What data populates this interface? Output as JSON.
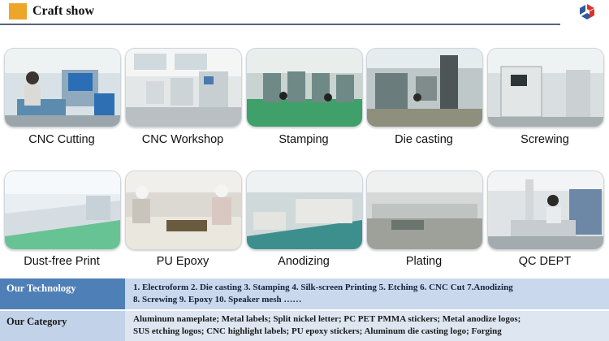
{
  "header": {
    "title": "Craft show",
    "accent_color": "#eda52a",
    "logo_icon": "brand-logo-icon"
  },
  "gallery": [
    {
      "label": "CNC Cutting"
    },
    {
      "label": "CNC Workshop"
    },
    {
      "label": "Stamping"
    },
    {
      "label": "Die casting"
    },
    {
      "label": "Screwing"
    },
    {
      "label": "Dust-free  Print"
    },
    {
      "label": "PU Epoxy"
    },
    {
      "label": "Anodizing"
    },
    {
      "label": "Plating"
    },
    {
      "label": "QC DEPT"
    }
  ],
  "info_table": {
    "technology": {
      "label": "Our Technology",
      "line1": "1.   Electroform  2. Die casting  3. Stamping  4. Silk-screen Printing   5. Etching  6. CNC Cut  7.Anodizing",
      "line2": "8. Screwing  9. Epoxy  10. Speaker mesh ……"
    },
    "category": {
      "label": "Our Category",
      "line1": "Aluminum   nameplate;  Metal labels;  Split nickel letter;  PC PET  PMMA stickers;  Metal anodize logos;",
      "line2": "SUS etching  logos;  CNC highlight   labels;  PU  epoxy stickers;  Aluminum   die casting logo;  Forging"
    }
  }
}
